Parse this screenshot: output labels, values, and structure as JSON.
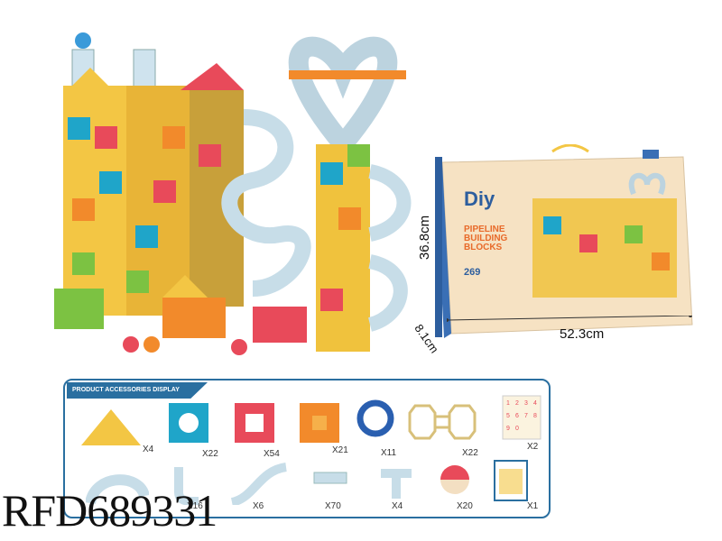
{
  "box": {
    "logo": "Diy",
    "title_lines": [
      "PIPELINE",
      "BUILDING",
      "BLOCKS"
    ],
    "pieces": "269"
  },
  "dimensions": {
    "height": "36.8cm",
    "width": "52.3cm",
    "depth": "8.1cm"
  },
  "panel": {
    "title": "PRODUCT ACCESSORIES DISPLAY",
    "row1": [
      {
        "icon": "triangle-piece-icon",
        "qty": "X4"
      },
      {
        "icon": "blue-square-piece-icon",
        "qty": "X22"
      },
      {
        "icon": "red-square-piece-icon",
        "qty": "X54"
      },
      {
        "icon": "orange-square-piece-icon",
        "qty": "X21"
      },
      {
        "icon": "ring-piece-icon",
        "qty": "X11"
      },
      {
        "icon": "octagon-connector-icon",
        "qty": "X22"
      },
      {
        "icon": "number-sticker-sheet-icon",
        "qty": "X2"
      }
    ],
    "row2": [
      {
        "icon": "curved-tube-icon",
        "qty": ""
      },
      {
        "icon": "elbow-tube-icon",
        "qty": "X16"
      },
      {
        "icon": "long-tube-icon",
        "qty": "X6"
      },
      {
        "icon": "straight-tube-icon",
        "qty": "X70"
      },
      {
        "icon": "t-junction-tube-icon",
        "qty": "X4"
      },
      {
        "icon": "ball-icon",
        "qty": "X20"
      },
      {
        "icon": "instruction-booklet-icon",
        "qty": "X1"
      }
    ]
  },
  "product_code": "RFD689331"
}
